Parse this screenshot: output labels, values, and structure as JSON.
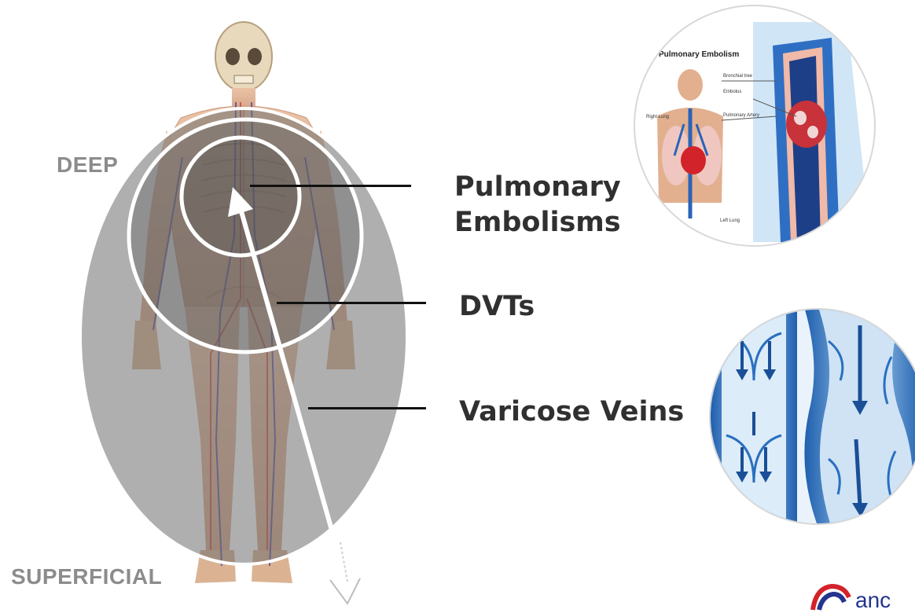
{
  "labels": {
    "deep": "DEEP",
    "superficial": "SUPERFICIAL"
  },
  "conditions": [
    {
      "line1": "Pulmonary",
      "line2": "Embolisms"
    },
    {
      "line1": "DVTs"
    },
    {
      "line1": "Varicose Veins"
    }
  ],
  "inset_pe": {
    "title": "Pulmonary Embolism",
    "labels": [
      "Bronchial tree",
      "Embolus",
      "Pulmonary Artery",
      "Right Lung",
      "Left Lung"
    ]
  },
  "logo_text": "anc",
  "colors": {
    "ring_fill": "#6e6e6e",
    "ring_stroke": "#ffffff",
    "label_gray": "#8c8c8c",
    "term_text": "#303030",
    "vein_blue": "#2a6fc0"
  },
  "icons": [
    "human-body-illustration",
    "depth-arrow-icon",
    "pulmonary-embolism-inset",
    "vein-valve-inset",
    "brand-logo-icon"
  ]
}
